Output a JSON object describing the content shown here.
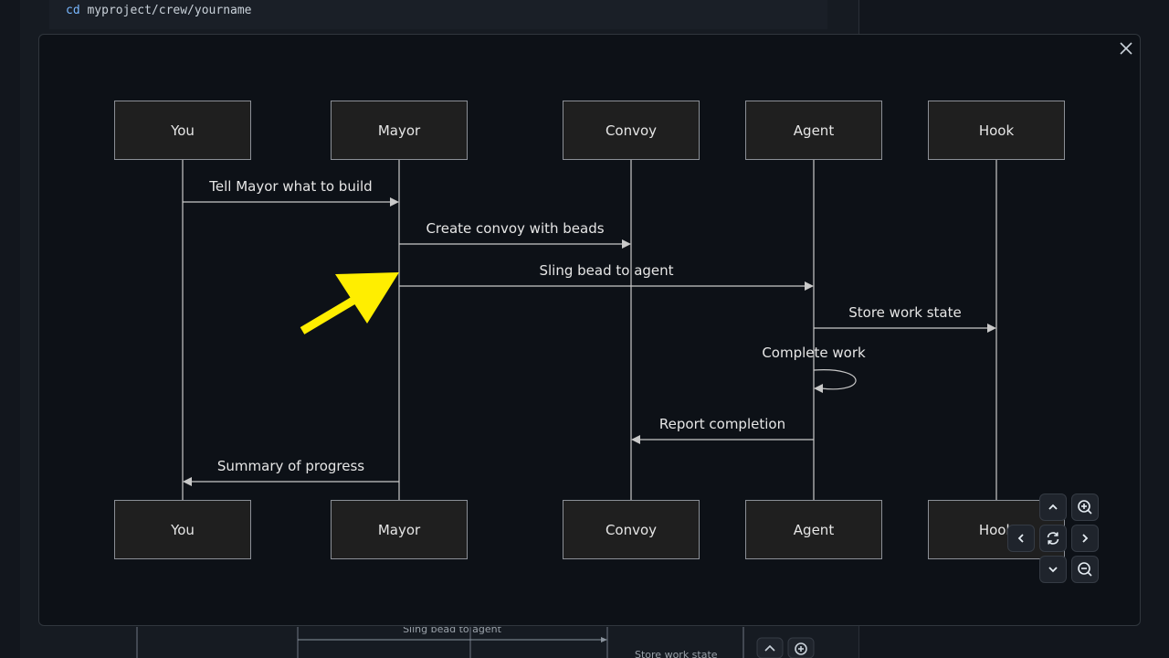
{
  "background": {
    "code_command": "cd",
    "code_path": "myproject/crew/yourname",
    "peek_label": "Sling bead to agent",
    "peek_label_partial": "Store work state"
  },
  "modal": {
    "close_icon": "close-icon"
  },
  "diagram": {
    "participants": [
      "You",
      "Mayor",
      "Convoy",
      "Agent",
      "Hook"
    ],
    "messages": [
      {
        "from": "You",
        "to": "Mayor",
        "label": "Tell Mayor what to build"
      },
      {
        "from": "Mayor",
        "to": "Convoy",
        "label": "Create convoy with beads"
      },
      {
        "from": "Mayor",
        "to": "Agent",
        "label": "Sling bead to agent"
      },
      {
        "from": "Agent",
        "to": "Hook",
        "label": "Store work state"
      },
      {
        "from": "Agent",
        "to": "Agent",
        "label": "Complete work"
      },
      {
        "from": "Agent",
        "to": "Convoy",
        "label": "Report completion"
      },
      {
        "from": "Mayor",
        "to": "You",
        "label": "Summary of progress"
      }
    ]
  },
  "controls": {
    "pan_up": "chevron-up-icon",
    "pan_down": "chevron-down-icon",
    "pan_left": "chevron-left-icon",
    "pan_right": "chevron-right-icon",
    "reset": "reset-icon",
    "zoom_in": "zoom-in-icon",
    "zoom_out": "zoom-out-icon"
  },
  "annotation": {
    "pointer_color": "#ffee00"
  }
}
